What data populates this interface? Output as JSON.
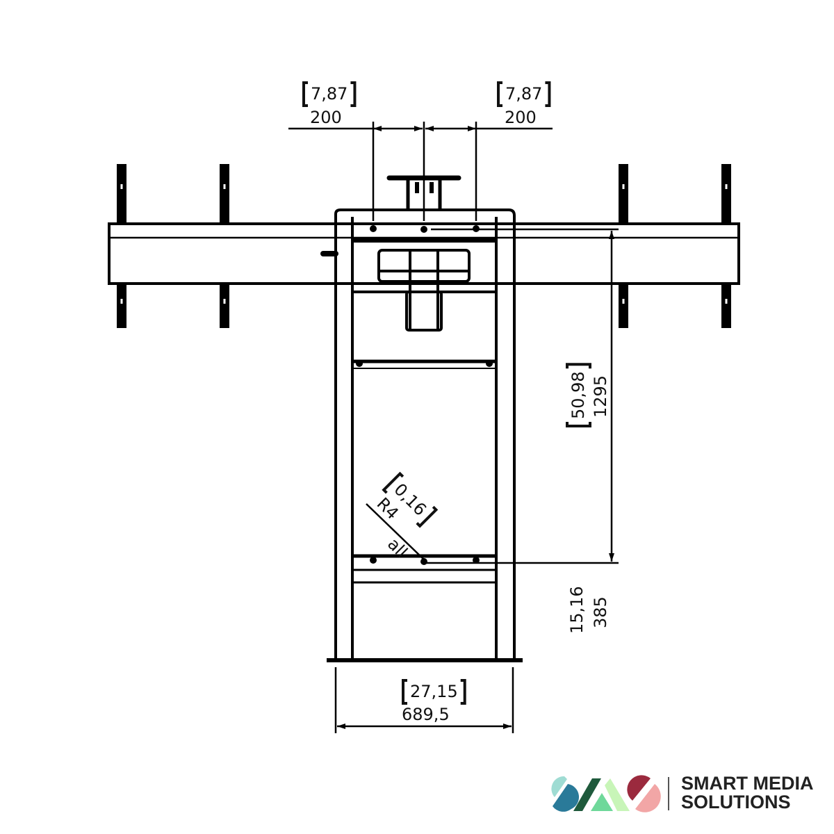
{
  "dimensions": {
    "top_left": {
      "inch": "7,87",
      "mm": "200"
    },
    "top_right": {
      "inch": "7,87",
      "mm": "200"
    },
    "height": {
      "inch": "50,98",
      "mm": "1295"
    },
    "radius": {
      "inch": "0,16",
      "mm": "R4",
      "note": "all"
    },
    "lower": {
      "inch": "15,16",
      "mm": "385"
    },
    "width": {
      "inch": "27,15",
      "mm": "689,5"
    }
  },
  "logo": {
    "line1": "SMART MEDIA",
    "line2": "SOLUTIONS",
    "colors": [
      "#9fdcd3",
      "#2a7a99",
      "#1f5a3c",
      "#6fd89a",
      "#c8f5b8",
      "#9b2a3e",
      "#f2a6a6"
    ]
  }
}
